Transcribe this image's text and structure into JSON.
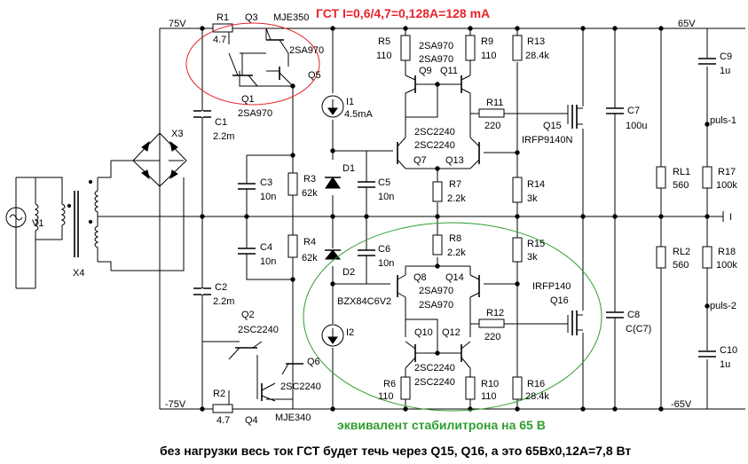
{
  "title": "ГСТ  I=0,6/4,7=0,128A=128 mA",
  "zener_note": "эквивалент  стабилитрона на 65 В",
  "footer": "без нагрузки весь ток ГСТ будет течь через Q15, Q16, а это  65Вx0,12A=7,8 Вт",
  "rails": {
    "pos_in": "75V",
    "neg_in": "-75V",
    "pos_out": "65V",
    "neg_out": "-65V"
  },
  "labels": {
    "R1": "R1",
    "R1v": "4.7",
    "Q3": "Q3",
    "Q3t": "MJE350",
    "Q5t": "2SA970",
    "Q5": "Q5",
    "Q1": "Q1",
    "Q1t": "2SA970",
    "C1": "C1",
    "C1v": "2.2m",
    "X3": "X3",
    "V1": "V1",
    "X4": "X4",
    "C2": "C2",
    "C2v": "2.2m",
    "Q2": "Q2",
    "Q2t": "2SC2240",
    "Q6": "Q6",
    "Q6t": "2SC2240",
    "R2": "R2",
    "R2v": "4.7",
    "Q4": "Q4",
    "Q4t": "MJE340",
    "C3": "C3",
    "C3v": "10n",
    "R3": "R3",
    "R3v": "62k",
    "C4": "C4",
    "C4v": "10n",
    "R4": "R4",
    "R4v": "62k",
    "I1": "I1",
    "I1v": "4.5mA",
    "D1": "D1",
    "D2": "D2",
    "D2t": "BZX84C6V2",
    "I2": "I2",
    "C5": "C5",
    "C5v": "10n",
    "C6": "C6",
    "C6v": "10n",
    "R5": "R5",
    "R5v": "110",
    "Q9Q11t": "2SA970",
    "Q9Q11t2": "2SA970",
    "Q9": "Q9",
    "Q11": "Q11",
    "R9": "R9",
    "R9v": "110",
    "R13": "R13",
    "R13v": "28.4k",
    "R11": "R11",
    "R11v": "220",
    "Q15": "Q15",
    "Q15t": "IRFP9140N",
    "Q7Q13t": "2SC2240",
    "Q7Q13t2": "2SC2240",
    "Q7": "Q7",
    "Q13": "Q13",
    "R7": "R7",
    "R7v": "2.2k",
    "R14": "R14",
    "R14v": "3k",
    "C7": "C7",
    "C7v": "100u",
    "C9": "C9",
    "C9v": "1u",
    "puls1": "puls-1",
    "RL1": "RL1",
    "RL1v": "560",
    "R17": "R17",
    "R17v": "100k",
    "I": "I",
    "R8": "R8",
    "R8v": "2.2k",
    "R15": "R15",
    "R15v": "3k",
    "Q8": "Q8",
    "Q14": "Q14",
    "Q8Q14t": "2SA970",
    "Q8Q14t2": "2SA970",
    "R12": "R12",
    "R12v": "220",
    "Q16t": "IRFP140",
    "Q16": "Q16",
    "Q10": "Q10",
    "Q12": "Q12",
    "Q10Q12t": "2SC2240",
    "Q10Q12t2": "2SC2240",
    "R6": "R6",
    "R6v": "110",
    "R10": "R10",
    "R10v": "110",
    "R16": "R16",
    "R16v": "28.4k",
    "C8": "C8",
    "C8v": "C(C7)",
    "RL2": "RL2",
    "RL2v": "560",
    "R18": "R18",
    "R18v": "100k",
    "puls2": "puls-2",
    "C10": "C10",
    "C10v": "1u"
  }
}
